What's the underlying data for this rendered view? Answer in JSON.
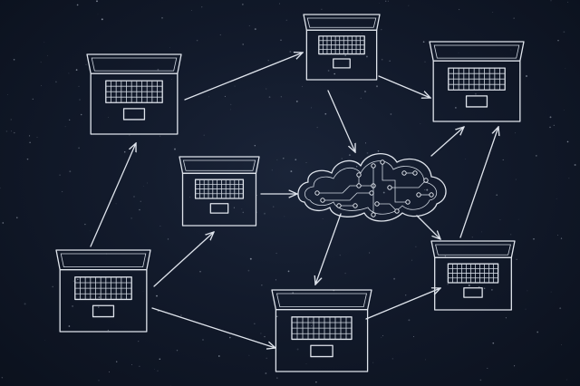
{
  "diagram": {
    "nodes": [
      {
        "id": "laptop-a",
        "type": "laptop"
      },
      {
        "id": "laptop-b",
        "type": "laptop"
      },
      {
        "id": "laptop-c",
        "type": "laptop"
      },
      {
        "id": "laptop-d",
        "type": "laptop"
      },
      {
        "id": "laptop-e",
        "type": "laptop"
      },
      {
        "id": "laptop-f",
        "type": "laptop"
      },
      {
        "id": "laptop-g",
        "type": "laptop"
      },
      {
        "id": "cloud",
        "type": "circuit-cloud"
      }
    ],
    "edges": [
      {
        "from": "laptop-a",
        "to": "laptop-b"
      },
      {
        "from": "laptop-b",
        "to": "laptop-c"
      },
      {
        "from": "laptop-b",
        "to": "cloud"
      },
      {
        "from": "laptop-d",
        "to": "laptop-a"
      },
      {
        "from": "laptop-d",
        "to": "laptop-e"
      },
      {
        "from": "laptop-d",
        "to": "laptop-g"
      },
      {
        "from": "laptop-e",
        "to": "cloud"
      },
      {
        "from": "cloud",
        "to": "laptop-c"
      },
      {
        "from": "cloud",
        "to": "laptop-f"
      },
      {
        "from": "cloud",
        "to": "laptop-g"
      },
      {
        "from": "laptop-f",
        "to": "laptop-c"
      },
      {
        "from": "laptop-g",
        "to": "laptop-f"
      }
    ],
    "colors": {
      "background": "#121a2b",
      "ink": "#dfe4ec"
    },
    "style": "chalk-sketch"
  }
}
